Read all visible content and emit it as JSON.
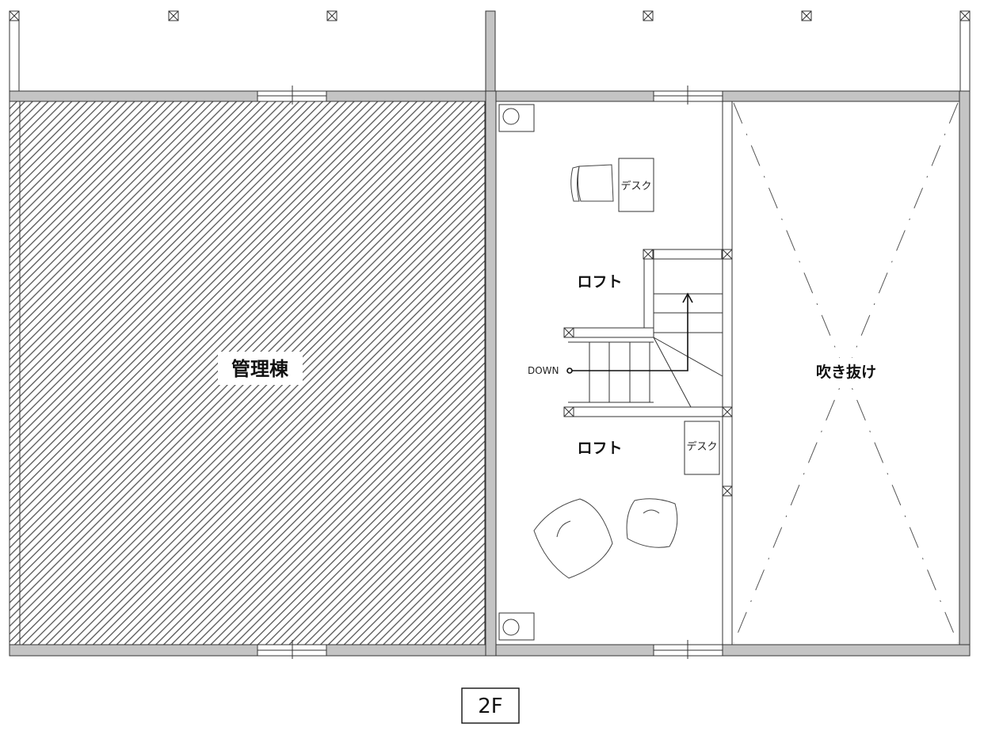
{
  "rooms": {
    "admin": "管理棟",
    "loft_upper": "ロフト",
    "loft_lower": "ロフト",
    "void": "吹き抜け"
  },
  "furniture": {
    "desk_upper": "デスク",
    "desk_lower": "デスク"
  },
  "stair": {
    "direction_label": "DOWN"
  },
  "floor": {
    "label": "2F"
  },
  "colors": {
    "wall_fill": "#c4c4c4",
    "line": "#333333",
    "hatch": "#555555"
  }
}
